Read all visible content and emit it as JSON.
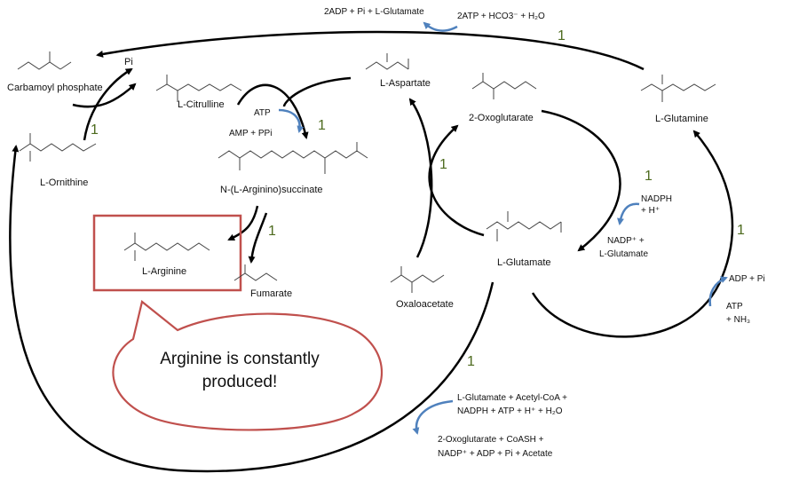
{
  "compounds": {
    "carbamoyl_phosphate": "Carbamoyl phosphate",
    "pi_top": "Pi",
    "l_citrulline": "L-Citrulline",
    "l_ornithine": "L-Ornithine",
    "l_aspartate": "L-Aspartate",
    "oxoglutarate": "2-Oxoglutarate",
    "l_glutamine": "L-Glutamine",
    "argininosuccinate": "N-(L-Arginino)succinate",
    "l_arginine": "L-Arginine",
    "fumarate": "Fumarate",
    "l_glutamate": "L-Glutamate",
    "oxaloacetate": "Oxaloacetate"
  },
  "cofactors": {
    "top_line1": "2ADP + Pi  +  L-Glutamate",
    "top_line2": "2ATP + HCO3⁻ + H₂O",
    "atp": "ATP",
    "amp_ppi": "AMP + PPi",
    "nadph": "NADPH",
    "h_plus": "+ H⁺",
    "nadp_plus": "NADP⁺ +",
    "nadp_glutamate": "L-Glutamate",
    "adp_pi": "ADP + Pi",
    "atp2": "ATP",
    "nh3": "+ NH₃",
    "bottom_in_1": "L-Glutamate + Acetyl-CoA +",
    "bottom_in_2": "NADPH + ATP + H⁺ + H₂O",
    "bottom_out_1": "2-Oxoglutarate + CoASH +",
    "bottom_out_2": "NADP⁺ + ADP + Pi  +  Acetate"
  },
  "step_numbers": [
    "1",
    "1",
    "1",
    "1",
    "1",
    "1",
    "1",
    "1"
  ],
  "callout": "Arginine is constantly produced!",
  "colors": {
    "arrow": "#000000",
    "cofactor_arrow": "#4f81bd",
    "highlight_box": "#c0504d",
    "step_number": "#4e6b1f"
  }
}
